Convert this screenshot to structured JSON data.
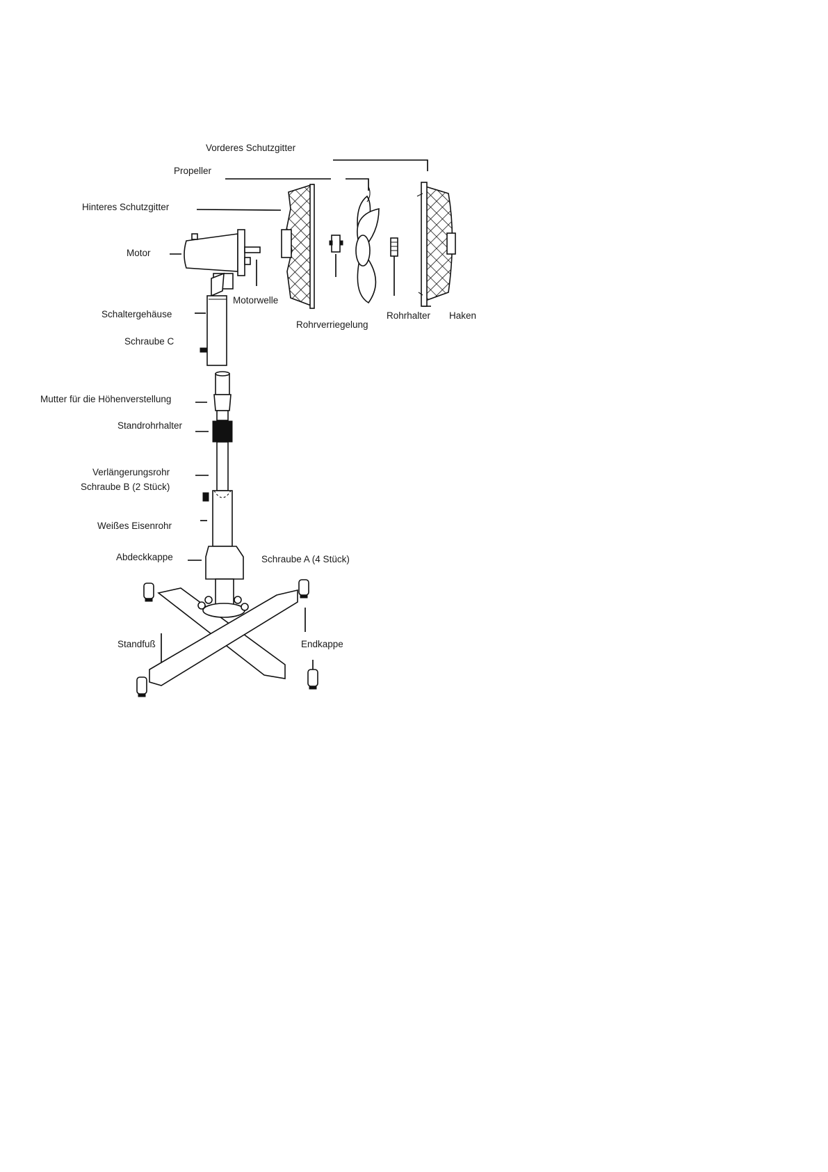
{
  "labels": {
    "front_guard": "Vorderes Schutzgitter",
    "propeller": "Propeller",
    "rear_guard": "Hinteres Schutzgitter",
    "motor": "Motor",
    "motor_shaft": "Motorwelle",
    "switch_housing": "Schaltergehäuse",
    "screw_c": "Schraube C",
    "pipe_lock": "Rohrverriegelung",
    "pipe_holder": "Rohrhalter",
    "hook": "Haken",
    "height_nut": "Mutter für die Höhenverstellung",
    "stand_pipe_holder": "Standrohrhalter",
    "extension_pipe": "Verlängerungsrohr",
    "screw_b": "Schraube B (2 Stück)",
    "white_iron_pipe": "Weißes Eisenrohr",
    "cover_cap": "Abdeckkappe",
    "screw_a": "Schraube  A (4 Stück)",
    "stand_foot": "Standfuß",
    "end_cap": "Endkappe"
  }
}
